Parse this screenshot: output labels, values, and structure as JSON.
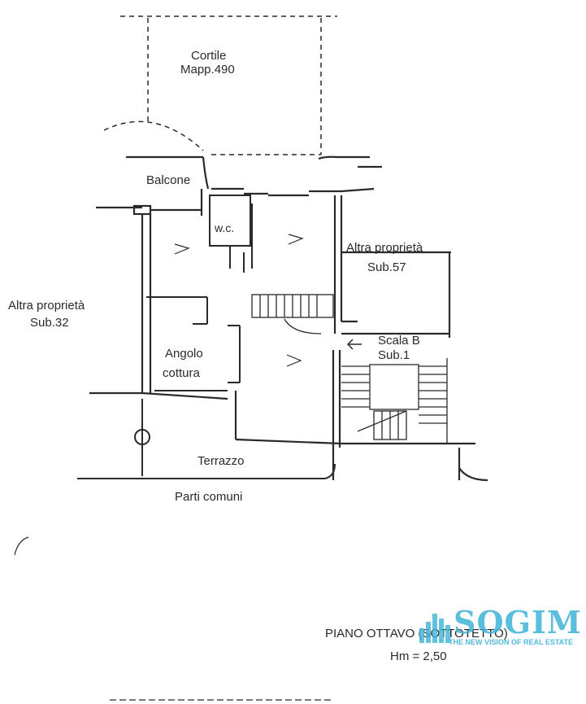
{
  "labels": {
    "cortile": "Cortile",
    "mapp": "Mapp.490",
    "balcone": "Balcone",
    "wc": "w.c.",
    "altra_proprieta_right": "Altra proprietà",
    "sub57": "Sub.57",
    "altra_proprieta_left": "Altra proprietà",
    "sub32": "Sub.32",
    "scala": "Scala B",
    "sub1": "Sub.1",
    "angolo": "Angolo",
    "cottura": "cottura",
    "terrazzo": "Terrazzo",
    "parti_comuni": "Parti comuni",
    "piano": "PIANO OTTAVO (SOTTOTETTO)",
    "hm": "Hm = 2,50"
  },
  "logo": {
    "name": "SOGIM",
    "tagline": "THE NEW VISION OF REAL ESTATE",
    "color": "#3fb3d6",
    "icon": "building-bars-icon"
  },
  "colors": {
    "ink": "#222222",
    "paper": "#ffffff"
  }
}
